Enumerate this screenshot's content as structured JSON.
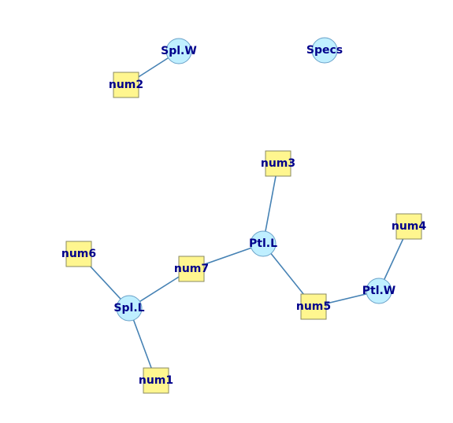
{
  "graph": {
    "nodes": [
      {
        "id": "Spl.W",
        "label": "Spl.W",
        "kind": "variable"
      },
      {
        "id": "Specs",
        "label": "Specs",
        "kind": "variable"
      },
      {
        "id": "Ptl.L",
        "label": "Ptl.L",
        "kind": "variable"
      },
      {
        "id": "Spl.L",
        "label": "Spl.L",
        "kind": "variable"
      },
      {
        "id": "Ptl.W",
        "label": "Ptl.W",
        "kind": "variable"
      },
      {
        "id": "num1",
        "label": "num1",
        "kind": "factor"
      },
      {
        "id": "num2",
        "label": "num2",
        "kind": "factor"
      },
      {
        "id": "num3",
        "label": "num3",
        "kind": "factor"
      },
      {
        "id": "num4",
        "label": "num4",
        "kind": "factor"
      },
      {
        "id": "num5",
        "label": "num5",
        "kind": "factor"
      },
      {
        "id": "num6",
        "label": "num6",
        "kind": "factor"
      },
      {
        "id": "num7",
        "label": "num7",
        "kind": "factor"
      }
    ],
    "edges": [
      {
        "from": "num2",
        "to": "Spl.W"
      },
      {
        "from": "num3",
        "to": "Ptl.L"
      },
      {
        "from": "num7",
        "to": "Ptl.L"
      },
      {
        "from": "num5",
        "to": "Ptl.L"
      },
      {
        "from": "num7",
        "to": "Spl.L"
      },
      {
        "from": "num6",
        "to": "Spl.L"
      },
      {
        "from": "num1",
        "to": "Spl.L"
      },
      {
        "from": "num5",
        "to": "Ptl.W"
      },
      {
        "from": "num4",
        "to": "Ptl.W"
      }
    ],
    "colors": {
      "variable_fill": "#bfefff",
      "factor_fill": "#fff68f",
      "edge": "#4682b4",
      "label": "#00008b"
    }
  }
}
